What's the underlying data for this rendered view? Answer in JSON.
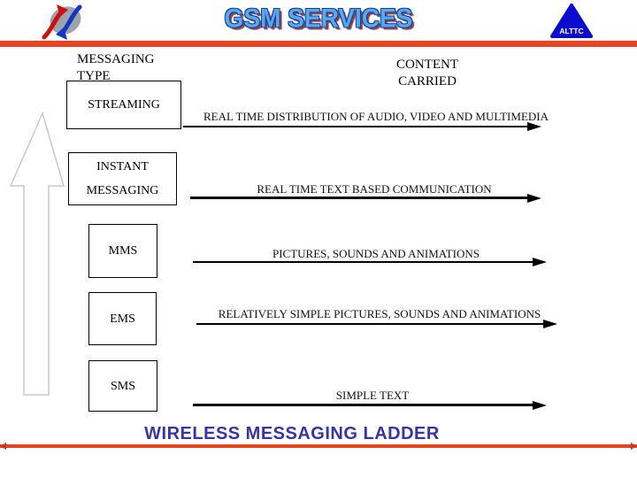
{
  "header": {
    "title": "GSM SERVICES",
    "left_logo_icon": "bsnl-swoosh-logo",
    "right_logo_icon": "alttc-triangle-logo",
    "right_logo_label": "ALTTC"
  },
  "column_headers": {
    "left": "MESSAGING TYPE",
    "right": "CONTENT CARRIED"
  },
  "ladder": {
    "up_arrow_icon": "up-arrow-outline",
    "rows": [
      {
        "type": "STREAMING",
        "content": "REAL TIME DISTRIBUTION OF AUDIO, VIDEO AND MULTIMEDIA"
      },
      {
        "type": "INSTANT MESSAGING",
        "content": "REAL TIME TEXT BASED COMMUNICATION"
      },
      {
        "type": "MMS",
        "content": "PICTURES, SOUNDS AND ANIMATIONS"
      },
      {
        "type": "EMS",
        "content": "RELATIVELY SIMPLE PICTURES, SOUNDS AND ANIMATIONS"
      },
      {
        "type": "SMS",
        "content": "SIMPLE TEXT"
      }
    ]
  },
  "footer": {
    "caption": "WIRELESS MESSAGING LADDER"
  },
  "colors": {
    "accent_bar": "#E64322",
    "caption_blue": "#3535A3",
    "wordart_fill": "#56A9EC",
    "wordart_outline": "#1F3F9F",
    "wordart_shadow": "#8A4444",
    "logo_blue": "#0A0AD0",
    "logo_red": "#CC1111",
    "logo_gray": "#9EA3AB",
    "big_arrow_outline": "#C9C9C9"
  }
}
